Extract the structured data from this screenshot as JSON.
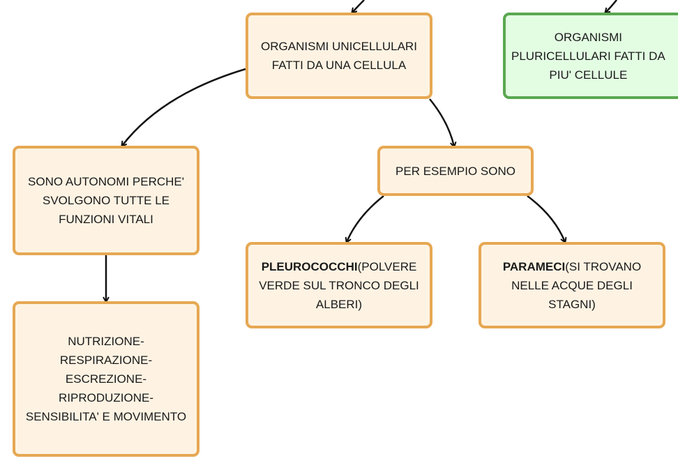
{
  "nodes": {
    "unicellulari": "ORGANISMI UNICELLULARI\nFATTI DA UNA CELLULA",
    "pluricellulari": "ORGANISMI\nPLURICELLULARI FATTI DA\nPIU' CELLULE",
    "autonomi": "SONO AUTONOMI PERCHE'\nSVOLGONO TUTTE LE\nFUNZIONI VITALI",
    "esempio": "PER ESEMPIO SONO",
    "funzioni": "NUTRIZIONE-\nRESPIRAZIONE-\nESCREZIONE-\nRIPRODUZIONE-\nSENSIBILITA' E MOVIMENTO",
    "pleurococchi_bold": "PLEUROCOCCHI",
    "pleurococchi_rest": "(POLVERE\nVERDE SUL TRONCO DEGLI\nALBERI)",
    "parameci_bold": "PARAMECI",
    "parameci_rest": "(SI TROVANO\nNELLE ACQUE DEGLI\nSTAGNI)"
  },
  "colors": {
    "node_border": "#e6a853",
    "node_fill": "#fef3e3",
    "green_border": "#5aa850",
    "green_fill": "#e3fde3",
    "connector": "#111111"
  }
}
